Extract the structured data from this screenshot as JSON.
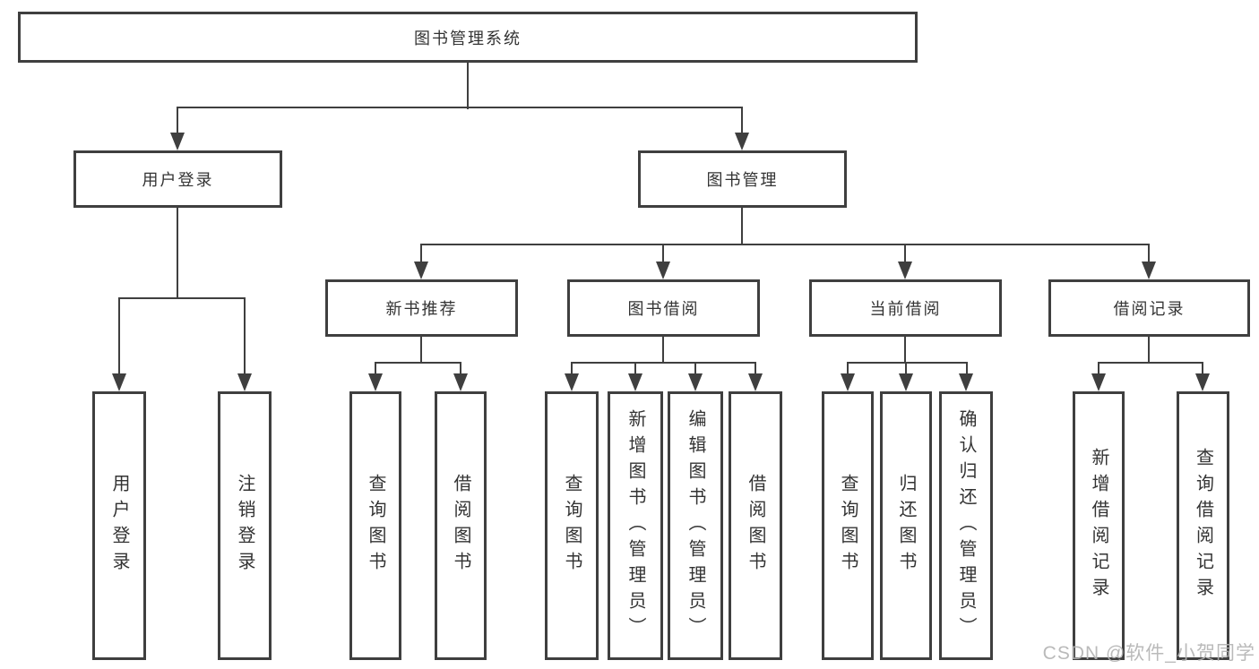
{
  "colors": {
    "line": "#3f3f3f",
    "border": "#3f3f3f",
    "text": "#333333",
    "background": "#ffffff",
    "watermark_text_color": "#b2b2b2"
  },
  "watermark": {
    "text": "CSDN @软件_小贺同学"
  },
  "tree": {
    "label": "图书管理系统",
    "children": [
      {
        "label": "用户登录",
        "children": [
          {
            "label": "用户登录"
          },
          {
            "label": "注销登录"
          }
        ]
      },
      {
        "label": "图书管理",
        "children": [
          {
            "label": "新书推荐",
            "children": [
              {
                "label": "查询图书"
              },
              {
                "label": "借阅图书"
              }
            ]
          },
          {
            "label": "图书借阅",
            "children": [
              {
                "label": "查询图书"
              },
              {
                "label": "新增图书（管理员）"
              },
              {
                "label": "编辑图书（管理员）"
              },
              {
                "label": "借阅图书"
              }
            ]
          },
          {
            "label": "当前借阅",
            "children": [
              {
                "label": "查询图书"
              },
              {
                "label": "归还图书"
              },
              {
                "label": "确认归还（管理员）"
              }
            ]
          },
          {
            "label": "借阅记录",
            "children": [
              {
                "label": "新增借阅记录"
              },
              {
                "label": "查询借阅记录"
              }
            ]
          }
        ]
      }
    ]
  }
}
